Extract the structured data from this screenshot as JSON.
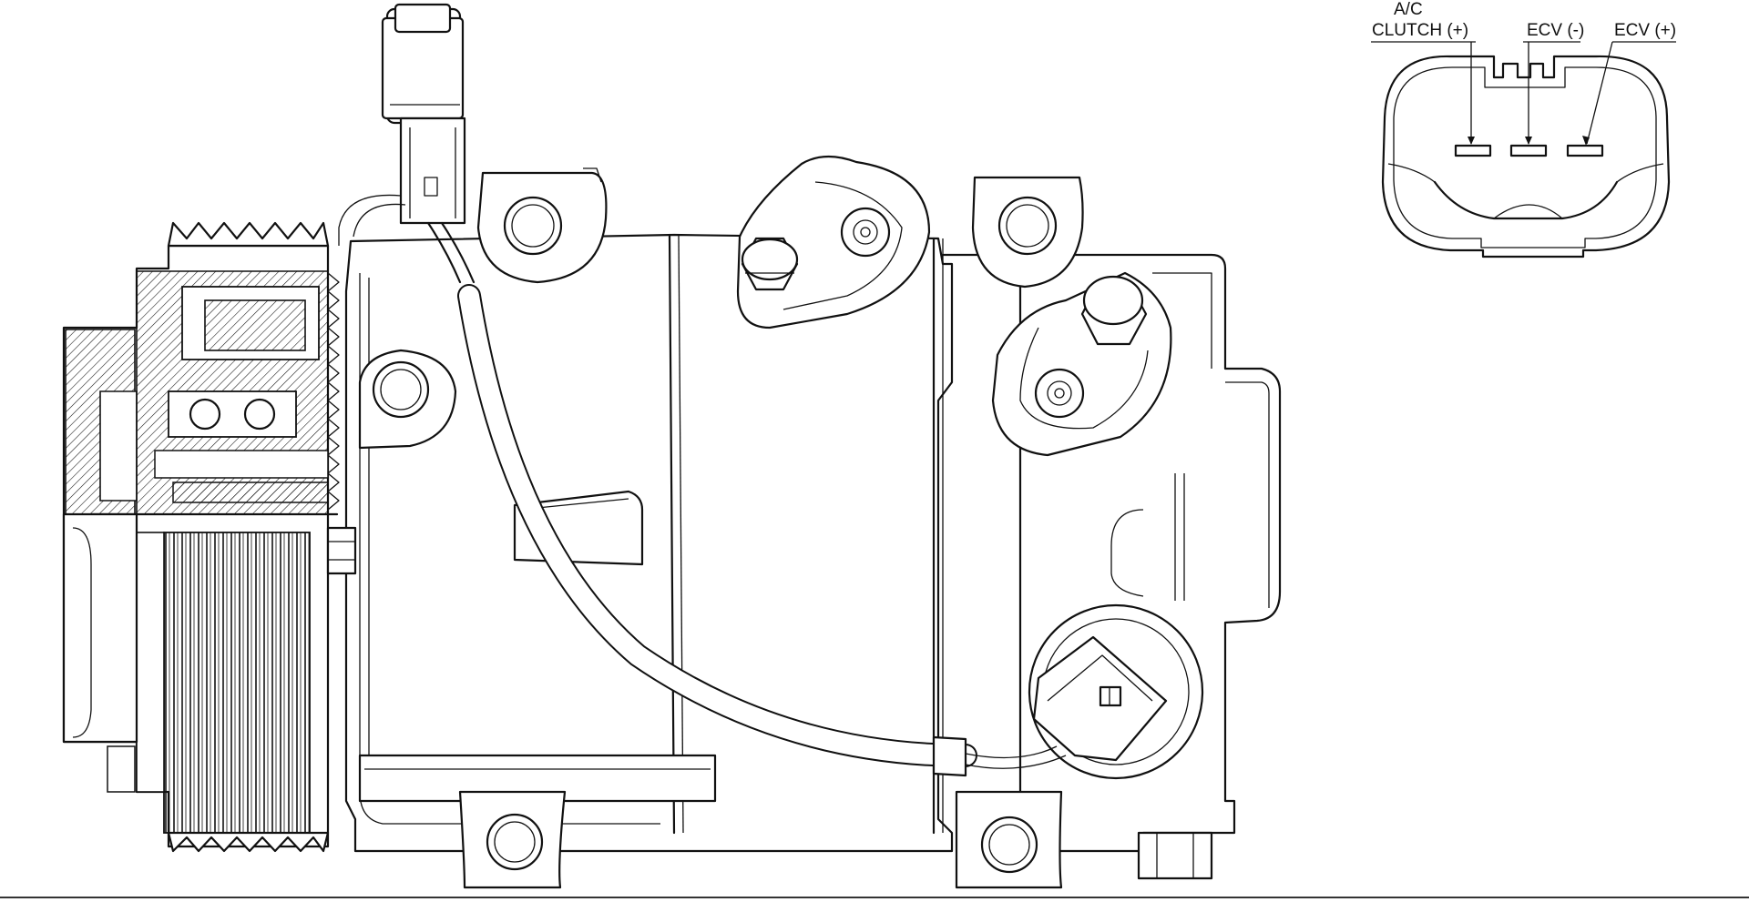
{
  "pinout": {
    "pins": [
      {
        "line1": "A/C",
        "line2": "CLUTCH (+)"
      },
      {
        "line1": "",
        "line2": "ECV (-)"
      },
      {
        "line1": "",
        "line2": "ECV (+)"
      }
    ]
  },
  "colors": {
    "line": "#111111",
    "background": "#ffffff",
    "hatch": "#111111"
  },
  "icons": [
    "compressor-drawing",
    "pulley-icon",
    "connector-face-icon"
  ]
}
